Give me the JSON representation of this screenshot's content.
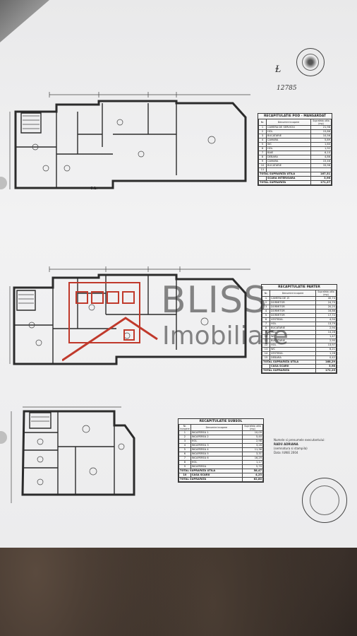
{
  "handwritten_number": "12785",
  "recap_mansarda": {
    "title": "RECAPITULATIE POD - MANSARDAT",
    "col_nr": "Nr.",
    "col_name": "Denumire incapere",
    "col_area": "Suprafata utila (mp)",
    "rows": [
      [
        "1",
        "CAMERA DE SERVICIU",
        "21,98"
      ],
      [
        "2",
        "HOL",
        "15,86"
      ],
      [
        "3",
        "BUCATARIE",
        "10,56"
      ],
      [
        "4",
        "CAMARA",
        "5,89"
      ],
      [
        "5",
        "WC",
        "1,60"
      ],
      [
        "6",
        "HOL",
        "1,92"
      ],
      [
        "7",
        "BAIE",
        "6,10"
      ],
      [
        "8",
        "DEBARA",
        "4,86"
      ],
      [
        "9",
        "CAMARA",
        "15,46"
      ],
      [
        "10",
        "BUCATARIE",
        "33,98"
      ],
      [
        "11",
        "",
        ""
      ]
    ],
    "totals": [
      [
        "TOTAL SUPRAFATA UTILA",
        "167,31"
      ],
      [
        "",
        "SCARA INTERIOARA",
        "3,96"
      ],
      [
        "TOTAL SUPRAFATA",
        "171,27"
      ]
    ]
  },
  "recap_parter": {
    "title": "RECAPITULATIE PARTER",
    "col_nr": "Nr.",
    "col_name": "Denumire incapere",
    "col_area": "Suprafata utila (mp)",
    "rows": [
      [
        "1",
        "CAMERA DE ZI",
        "40,74"
      ],
      [
        "2",
        "DORMITOR",
        "24,70"
      ],
      [
        "3",
        "DORMITOR",
        "20,25"
      ],
      [
        "4",
        "DORMITOR",
        "16,86"
      ],
      [
        "5",
        "DORMITOR",
        "17,72"
      ],
      [
        "6",
        "VESTIBUL",
        "4,94"
      ],
      [
        "7",
        "HOL",
        "13,79"
      ],
      [
        "8",
        "BUCATARIE",
        "2,94"
      ],
      [
        "9",
        "HOL",
        "14,28"
      ],
      [
        "10",
        "WC",
        "1,47"
      ],
      [
        "11",
        "BUCATARIE",
        "2,95"
      ],
      [
        "12",
        "HOL",
        "13,97"
      ],
      [
        "13",
        "WC",
        "6,21"
      ],
      [
        "14",
        "VESTIBUL",
        "1,28"
      ],
      [
        "15",
        "DEBARA",
        "0,42"
      ]
    ],
    "totals": [
      [
        "TOTAL SUPRAFATA UTILA",
        "168,29"
      ],
      [
        "",
        "CASA SCARII",
        "3,98"
      ],
      [
        "TOTAL SUPRAFATA",
        "172,25"
      ]
    ]
  },
  "recap_subsol": {
    "title": "RECAPITULATIE SUBSOL",
    "col_nr": "Nr. incapere",
    "col_name": "Denumire incapere",
    "col_area": "Suprafata utila (mp)",
    "rows": [
      [
        "1",
        "INCAPEREA 1",
        "10,09"
      ],
      [
        "2",
        "INCAPEREA 2",
        "5,40"
      ],
      [
        "3",
        "HOL",
        "2,98"
      ],
      [
        "4",
        "INCAPEREA 3",
        "3,26"
      ],
      [
        "5",
        "INCAPEREA 4",
        "11,36"
      ],
      [
        "6",
        "INCAPEREA 5",
        "3,31"
      ],
      [
        "7",
        "INCAPEREA 6",
        "16,29"
      ],
      [
        "8",
        "HOL",
        "1,17"
      ],
      [
        "9",
        "INCAPEREA",
        "5,70"
      ]
    ],
    "totals": [
      [
        "TOTAL SUPRAFATA UTILA",
        "58,47"
      ],
      [
        "10",
        "CASA SCARII",
        "4,23"
      ],
      [
        "TOTAL SUPRAFATA",
        "62,80"
      ]
    ]
  },
  "signature": {
    "line1": "Numele si prenumele executantului:",
    "line2": "RADU ADRIANA",
    "line3": "(semnatura si stampila)",
    "line4": "Data: IUNIE 2004"
  },
  "watermark": {
    "line1": "BLISS",
    "line2": "Imobiliare",
    "color": "#c0392b"
  }
}
